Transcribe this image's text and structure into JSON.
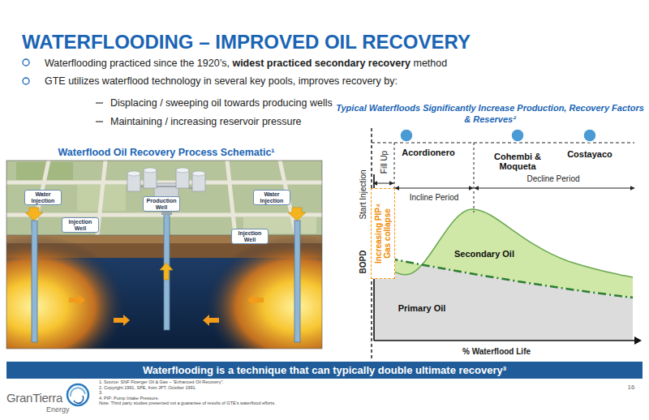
{
  "diagram": {
    "title": "WATERFLOODING – IMPROVED OIL RECOVERY",
    "nodes": [
      {
        "text": [
          "Water Injection"
        ]
      },
      {
        "text": [
          "Injection Well"
        ]
      },
      {
        "text": [
          "Production Well"
        ]
      },
      {
        "text": [
          "Water Injection"
        ]
      },
      {
        "text": [
          "Injection Well"
        ]
      },
      {
        "text": [
          "Increasing PIP⁴ Gas collapse"
        ]
      },
      {
        "text": [
          "Waterflooding is a technique that can typically double ultimate recovery³"
        ]
      }
    ],
    "labels": [
      "Waterflooding practiced since the 1920’s,",
      "widest practiced secondary recovery",
      "method",
      "GTE utilizes waterflood technology in several key pools, improves recovery by:",
      "Displacing / sweeping oil towards producing wells",
      "Maintaining / increasing reservoir pressure",
      "Waterflood Oil Recovery Process Schematic¹",
      "Typical Waterfloods Significantly Increase Production, Recovery Factors & Reserves²",
      "Acordionero",
      "Cohembi & Moqueta",
      "Costayaco",
      "Start Injection",
      "Fill Up",
      "Incline Period",
      "Decline Period",
      "BOPD",
      "Secondary Oil",
      "Primary Oil",
      "% Waterflood Life",
      "1. Source: SNF Floerger Oil & Gas – “Enhanced Oil Recovery”.",
      "2. Copyright 1991, SPE, from JPT, October 1991.",
      "3.",
      "4. PIP: Pump Intake Pressure.",
      "Note: Third party studies presented not a guarantee of results of GTE’s waterflood efforts.",
      "GranTierra",
      "Energy",
      "16"
    ]
  }
}
